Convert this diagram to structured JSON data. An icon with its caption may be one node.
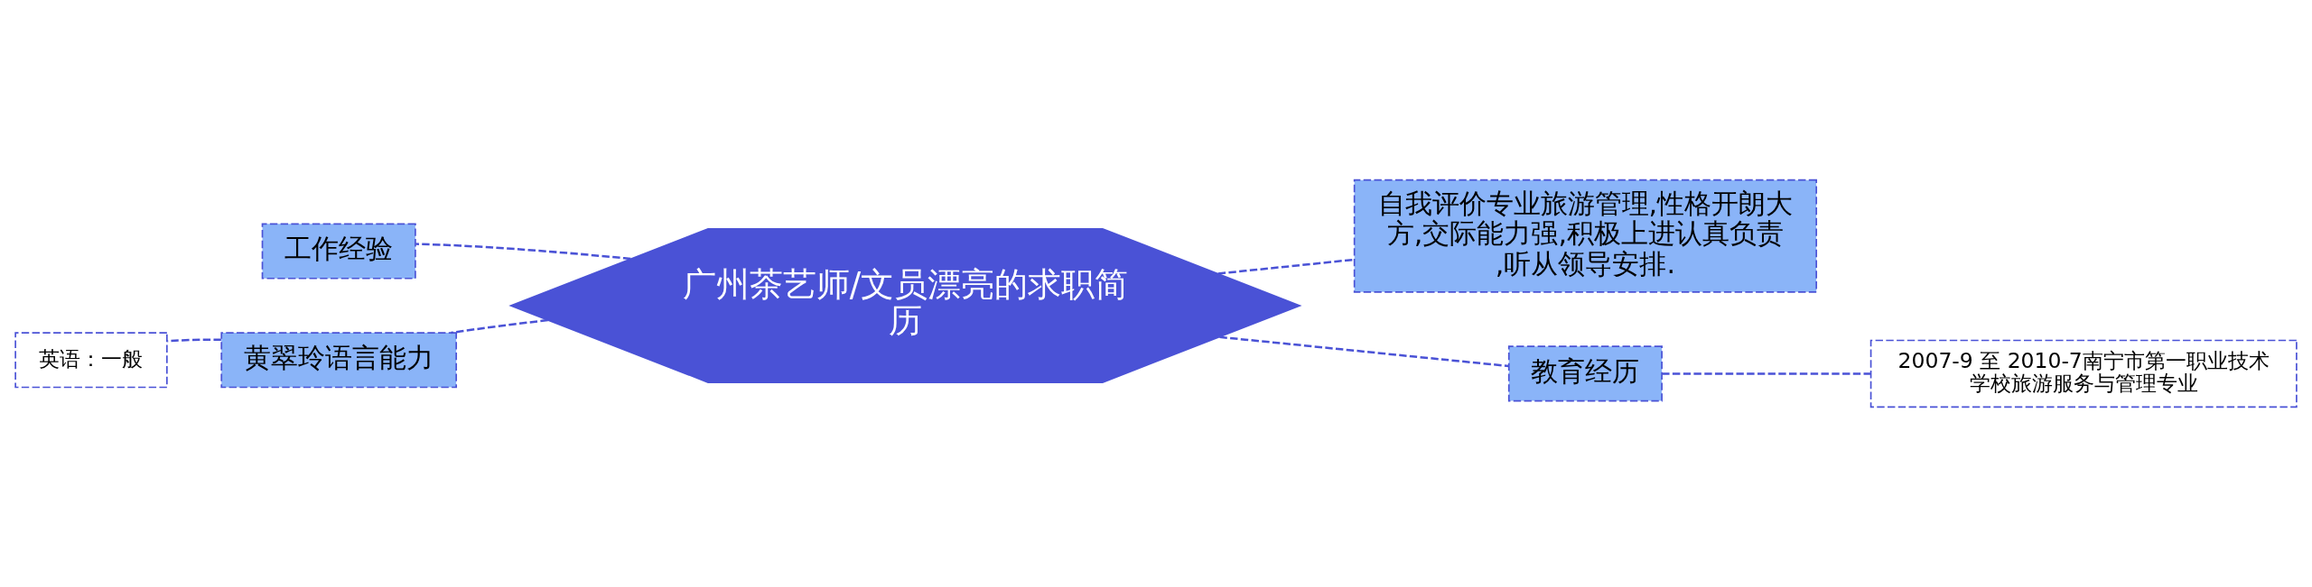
{
  "diagram": {
    "nodes": [
      {
        "text": [
          "广州茶艺师/文员漂亮的求职简历"
        ]
      },
      {
        "text": [
          "工作经验"
        ]
      },
      {
        "text": [
          "黄翠玲语言能力"
        ]
      },
      {
        "text": [
          "英语：一般"
        ]
      },
      {
        "text": [
          "自我评价专业旅游管理,性格开朗大方,交际能力强,积极上进认真负责,听从领导安排."
        ]
      },
      {
        "text": [
          "教育经历"
        ]
      },
      {
        "text": [
          "2007-9 至 2010-7南宁市第一职业技术学校旅游服务与管理专业"
        ]
      }
    ],
    "edges": [
      {
        "from": 0,
        "to": 1,
        "arrow": "none",
        "style": "dashed"
      },
      {
        "from": 0,
        "to": 2,
        "arrow": "none",
        "style": "dashed"
      },
      {
        "from": 2,
        "to": 3,
        "arrow": "none",
        "style": "dashed"
      },
      {
        "from": 0,
        "to": 4,
        "arrow": "none",
        "style": "dashed"
      },
      {
        "from": 0,
        "to": 5,
        "arrow": "none",
        "style": "dashed"
      },
      {
        "from": 5,
        "to": 6,
        "arrow": "none",
        "style": "dashed"
      }
    ]
  }
}
